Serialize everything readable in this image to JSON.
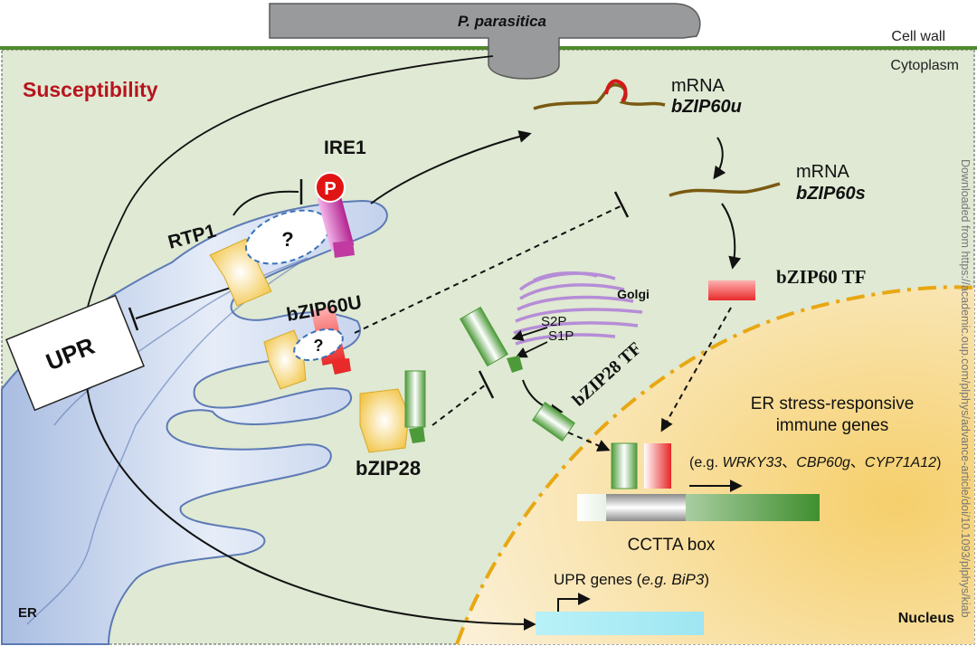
{
  "labels": {
    "pathogen": "P. parasitica",
    "cell_wall": "Cell wall",
    "cytoplasm": "Cytoplasm",
    "susceptibility": "Susceptibility",
    "upr": "UPR",
    "er": "ER",
    "nucleus": "Nucleus",
    "rtp1": "RTP1",
    "ire1": "IRE1",
    "phospho": "P",
    "question_mark": "?",
    "bzip60u_protein": "bZIP60U",
    "bzip28": "bZIP28",
    "bzip28_tf": "bZIP28 TF",
    "bzip60_tf": "bZIP60 TF",
    "mrna_u_prefix": "mRNA",
    "mrna_u_name": "bZIP60u",
    "mrna_s_prefix": "mRNA",
    "mrna_s_name": "bZIP60s",
    "golgi": "Golgi",
    "s2p": "S2P",
    "s1p": "S1P",
    "er_stress_line1": "ER stress-responsive",
    "er_stress_line2": "immune genes",
    "eg_prefix": "(e.g. ",
    "gene1": "WRKY33",
    "sep1": "、",
    "gene2": "CBP60g",
    "sep2": "、",
    "gene3": "CYP71A12",
    "eg_suffix": ")",
    "cctta_box": "CCTTA box",
    "upr_genes_prefix": "UPR genes (",
    "upr_genes_italic": "e.g. BiP3",
    "upr_genes_suffix": ")",
    "watermark": "Downloaded from https://academic.oup.com/plphys/advance-article/doi/10.1093/plphys/kiab"
  },
  "colors": {
    "cytoplasm": "#dfe9d3",
    "cell_wall": "#4f8a2c",
    "er_fill": "#b8c8e6",
    "er_stroke": "#5d7ab5",
    "nucleus": "#f7d892",
    "nuclear_envelope": "#e8a712",
    "susceptibility": "#b8141e",
    "mrna": "#7a5a12",
    "golgi": "#b07ed8",
    "upr_gene_box": "#a8eef6"
  }
}
